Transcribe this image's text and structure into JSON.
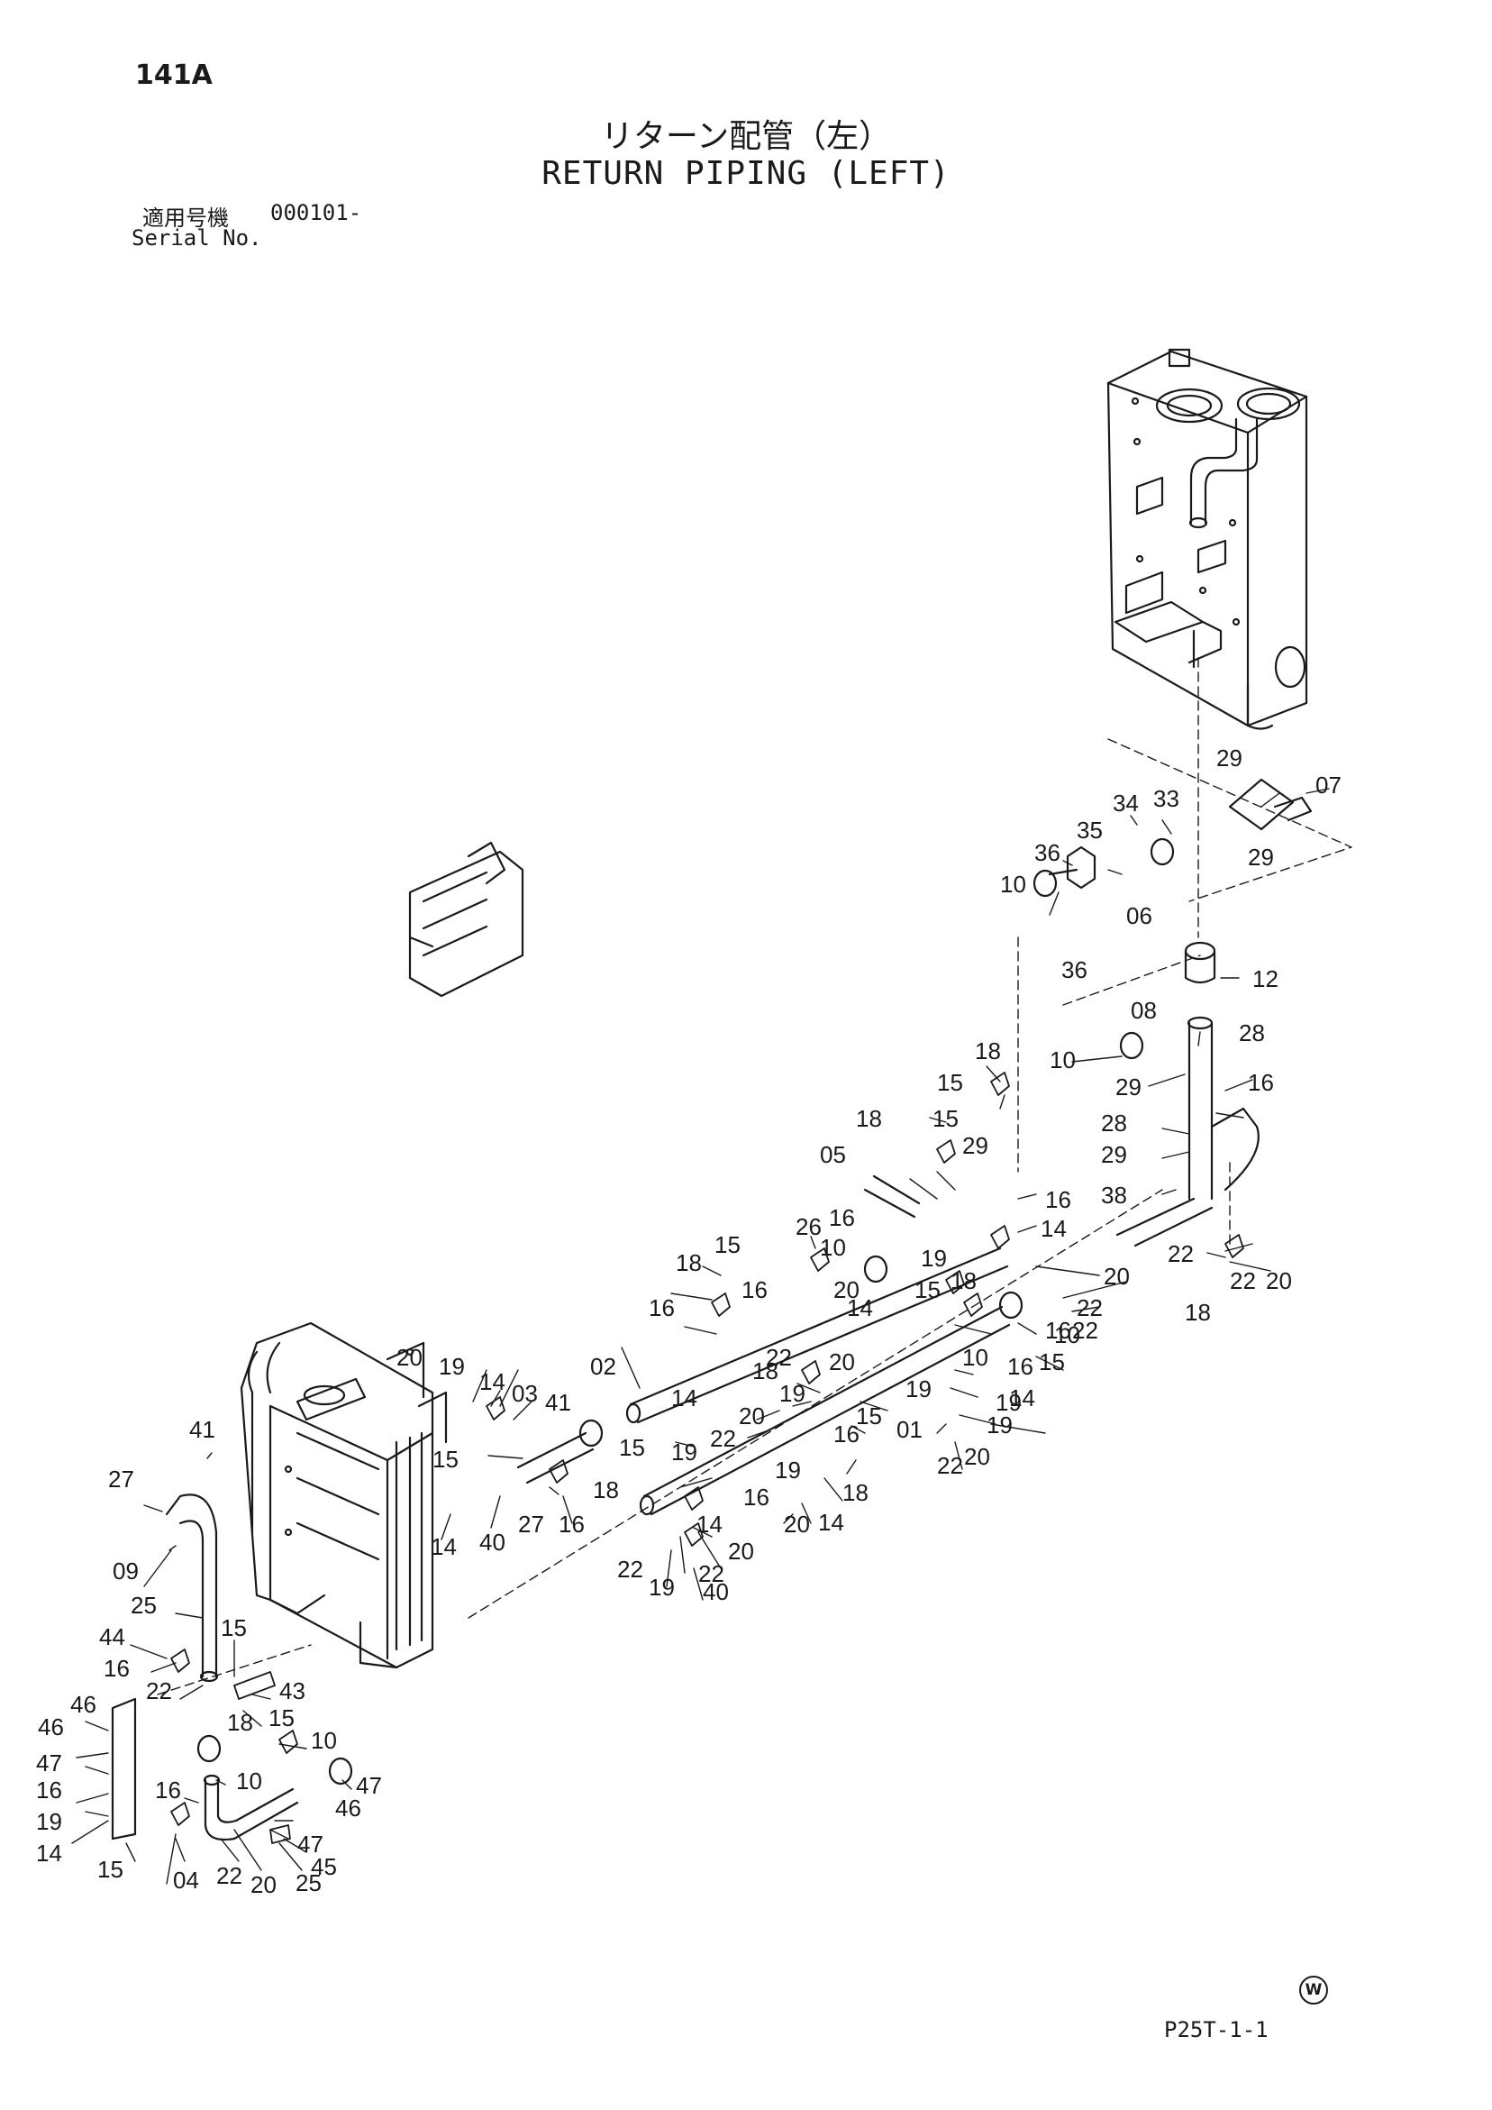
{
  "header": {
    "page_number": "141A",
    "title_jp": "リターン配管（左）",
    "title_en": "RETURN PIPING (LEFT)",
    "serial_label_jp": "適用号機",
    "serial_value": "000101-",
    "serial_label_en": "Serial No."
  },
  "footer": {
    "mark": "W",
    "code": "P25T-1-1"
  },
  "callouts": [
    {
      "id": "c1",
      "text": "29"
    },
    {
      "id": "c2",
      "text": "07"
    },
    {
      "id": "c3",
      "text": "34"
    },
    {
      "id": "c4",
      "text": "33"
    },
    {
      "id": "c5",
      "text": "35"
    },
    {
      "id": "c6",
      "text": "29"
    },
    {
      "id": "c7",
      "text": "36"
    },
    {
      "id": "c8",
      "text": "10"
    },
    {
      "id": "c9",
      "text": "06"
    },
    {
      "id": "c10",
      "text": "36"
    },
    {
      "id": "c11",
      "text": "12"
    },
    {
      "id": "c12",
      "text": "08"
    },
    {
      "id": "c13",
      "text": "28"
    },
    {
      "id": "c14",
      "text": "10"
    },
    {
      "id": "c15",
      "text": "29"
    },
    {
      "id": "c16",
      "text": "16"
    },
    {
      "id": "c17",
      "text": "18"
    },
    {
      "id": "c18",
      "text": "15"
    },
    {
      "id": "c19",
      "text": "18"
    },
    {
      "id": "c20",
      "text": "15"
    },
    {
      "id": "c21",
      "text": "28"
    },
    {
      "id": "c22",
      "text": "29"
    },
    {
      "id": "c23",
      "text": "29"
    },
    {
      "id": "c24",
      "text": "05"
    },
    {
      "id": "c25",
      "text": "16"
    },
    {
      "id": "c26",
      "text": "38"
    },
    {
      "id": "c27",
      "text": "16"
    },
    {
      "id": "c28",
      "text": "14"
    },
    {
      "id": "c29",
      "text": "26"
    },
    {
      "id": "c30",
      "text": "15"
    },
    {
      "id": "c31",
      "text": "10"
    },
    {
      "id": "c32",
      "text": "18"
    },
    {
      "id": "c33",
      "text": "16"
    },
    {
      "id": "c34",
      "text": "19"
    },
    {
      "id": "c35",
      "text": "20"
    },
    {
      "id": "c36",
      "text": "22"
    },
    {
      "id": "c37",
      "text": "20"
    },
    {
      "id": "c38",
      "text": "15"
    },
    {
      "id": "c39",
      "text": "18"
    },
    {
      "id": "c40",
      "text": "14"
    },
    {
      "id": "c41",
      "text": "22"
    },
    {
      "id": "c42",
      "text": "20"
    },
    {
      "id": "c43",
      "text": "22"
    },
    {
      "id": "c44",
      "text": "16"
    },
    {
      "id": "c45",
      "text": "10"
    },
    {
      "id": "c46",
      "text": "15"
    },
    {
      "id": "c47",
      "text": "02"
    },
    {
      "id": "c48",
      "text": "18"
    },
    {
      "id": "c49",
      "text": "16"
    },
    {
      "id": "c50",
      "text": "22"
    },
    {
      "id": "c51",
      "text": "20"
    },
    {
      "id": "c52",
      "text": "16"
    },
    {
      "id": "c53",
      "text": "14"
    },
    {
      "id": "c54",
      "text": "19"
    },
    {
      "id": "c55",
      "text": "18"
    },
    {
      "id": "c56",
      "text": "14"
    },
    {
      "id": "c57",
      "text": "19"
    },
    {
      "id": "c58",
      "text": "19"
    },
    {
      "id": "c59",
      "text": "20"
    },
    {
      "id": "c60",
      "text": "22"
    },
    {
      "id": "c61",
      "text": "15"
    },
    {
      "id": "c62",
      "text": "01"
    },
    {
      "id": "c63",
      "text": "16"
    },
    {
      "id": "c64",
      "text": "22"
    },
    {
      "id": "c65",
      "text": "20"
    },
    {
      "id": "c66",
      "text": "19"
    },
    {
      "id": "c67",
      "text": "10"
    },
    {
      "id": "c68",
      "text": "22"
    },
    {
      "id": "c69",
      "text": "20"
    },
    {
      "id": "c70",
      "text": "19"
    },
    {
      "id": "c71",
      "text": "14"
    },
    {
      "id": "c72",
      "text": "03"
    },
    {
      "id": "c73",
      "text": "41"
    },
    {
      "id": "c74",
      "text": "15"
    },
    {
      "id": "c75",
      "text": "18"
    },
    {
      "id": "c76",
      "text": "16"
    },
    {
      "id": "c77",
      "text": "27"
    },
    {
      "id": "c78",
      "text": "40"
    },
    {
      "id": "c79",
      "text": "14"
    },
    {
      "id": "c80",
      "text": "19"
    },
    {
      "id": "c81",
      "text": "18"
    },
    {
      "id": "c82",
      "text": "15"
    },
    {
      "id": "c83",
      "text": "16"
    },
    {
      "id": "c84",
      "text": "14"
    },
    {
      "id": "c85",
      "text": "19"
    },
    {
      "id": "c86",
      "text": "22"
    },
    {
      "id": "c87",
      "text": "20"
    },
    {
      "id": "c88",
      "text": "14"
    },
    {
      "id": "c89",
      "text": "20"
    },
    {
      "id": "c90",
      "text": "22"
    },
    {
      "id": "c91",
      "text": "19"
    },
    {
      "id": "c92",
      "text": "40"
    },
    {
      "id": "c93",
      "text": "41"
    },
    {
      "id": "c94",
      "text": "27"
    },
    {
      "id": "c95",
      "text": "09"
    },
    {
      "id": "c96",
      "text": "25"
    },
    {
      "id": "c97",
      "text": "44"
    },
    {
      "id": "c98",
      "text": "15"
    },
    {
      "id": "c99",
      "text": "16"
    },
    {
      "id": "c100",
      "text": "43"
    },
    {
      "id": "c101",
      "text": "22"
    },
    {
      "id": "c102",
      "text": "18"
    },
    {
      "id": "c103",
      "text": "15"
    },
    {
      "id": "c104",
      "text": "10"
    },
    {
      "id": "c105",
      "text": "10"
    },
    {
      "id": "c106",
      "text": "47"
    },
    {
      "id": "c107",
      "text": "46"
    },
    {
      "id": "c108",
      "text": "46"
    },
    {
      "id": "c109",
      "text": "47"
    },
    {
      "id": "c110",
      "text": "16"
    },
    {
      "id": "c111",
      "text": "16"
    },
    {
      "id": "c112",
      "text": "46"
    },
    {
      "id": "c113",
      "text": "19"
    },
    {
      "id": "c114",
      "text": "47"
    },
    {
      "id": "c115",
      "text": "14"
    },
    {
      "id": "c116",
      "text": "45"
    },
    {
      "id": "c117",
      "text": "15"
    },
    {
      "id": "c118",
      "text": "04"
    },
    {
      "id": "c119",
      "text": "22"
    },
    {
      "id": "c120",
      "text": "20"
    },
    {
      "id": "c121",
      "text": "25"
    }
  ]
}
